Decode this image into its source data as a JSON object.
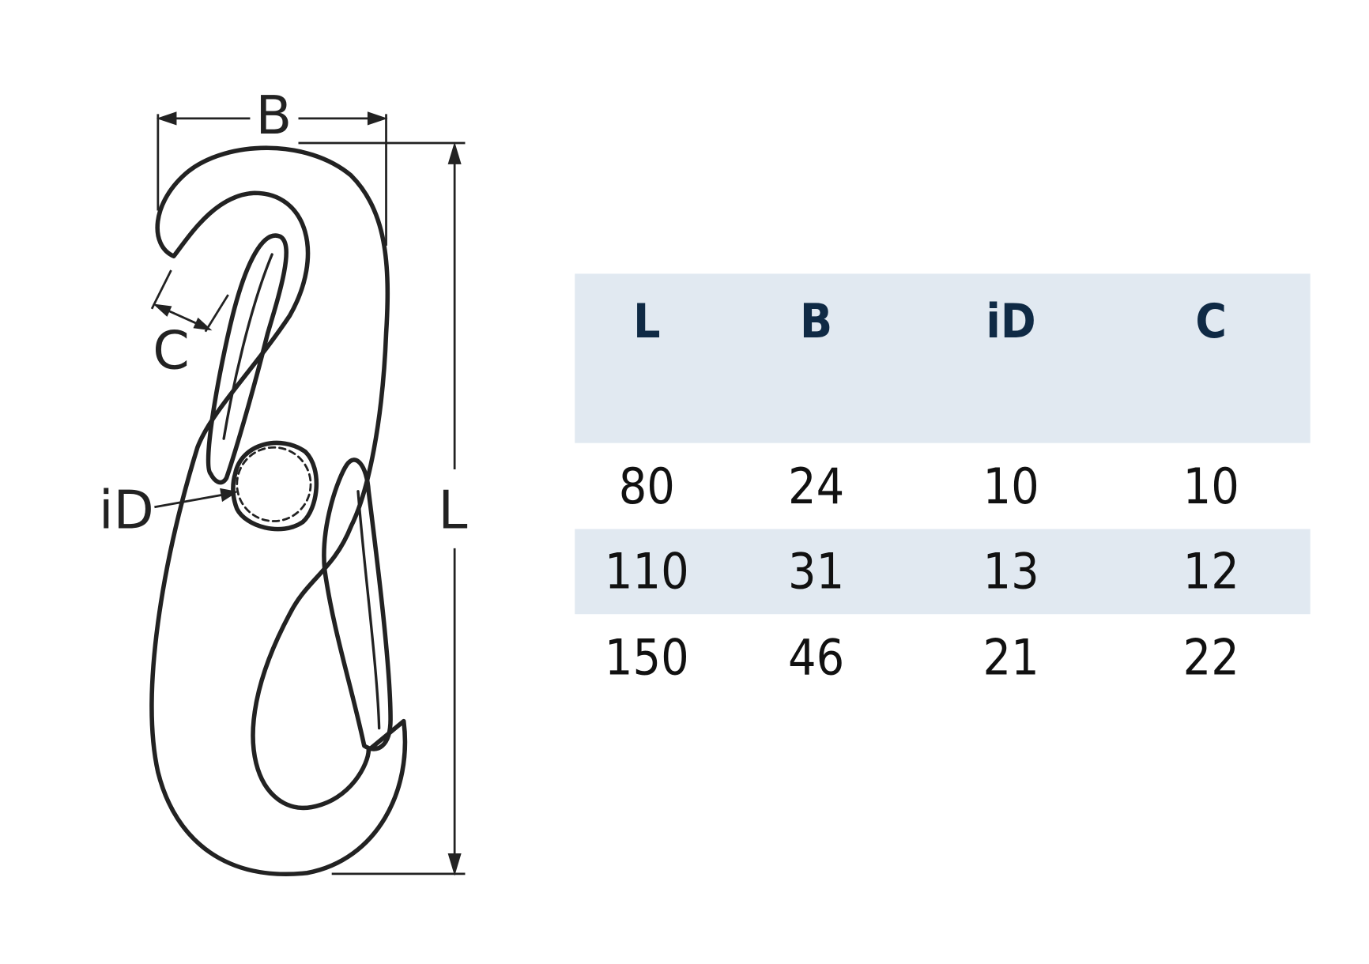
{
  "diagram": {
    "labels": {
      "B": "B",
      "C": "C",
      "iD": "iD",
      "L": "L"
    }
  },
  "table": {
    "headers": [
      "L",
      "B",
      "iD",
      "C"
    ],
    "rows": [
      [
        "80",
        "24",
        "10",
        "10"
      ],
      [
        "110",
        "31",
        "13",
        "12"
      ],
      [
        "150",
        "46",
        "21",
        "22"
      ]
    ],
    "colors": {
      "band": "#e1e9f1",
      "header_text": "#0f2a45"
    }
  }
}
